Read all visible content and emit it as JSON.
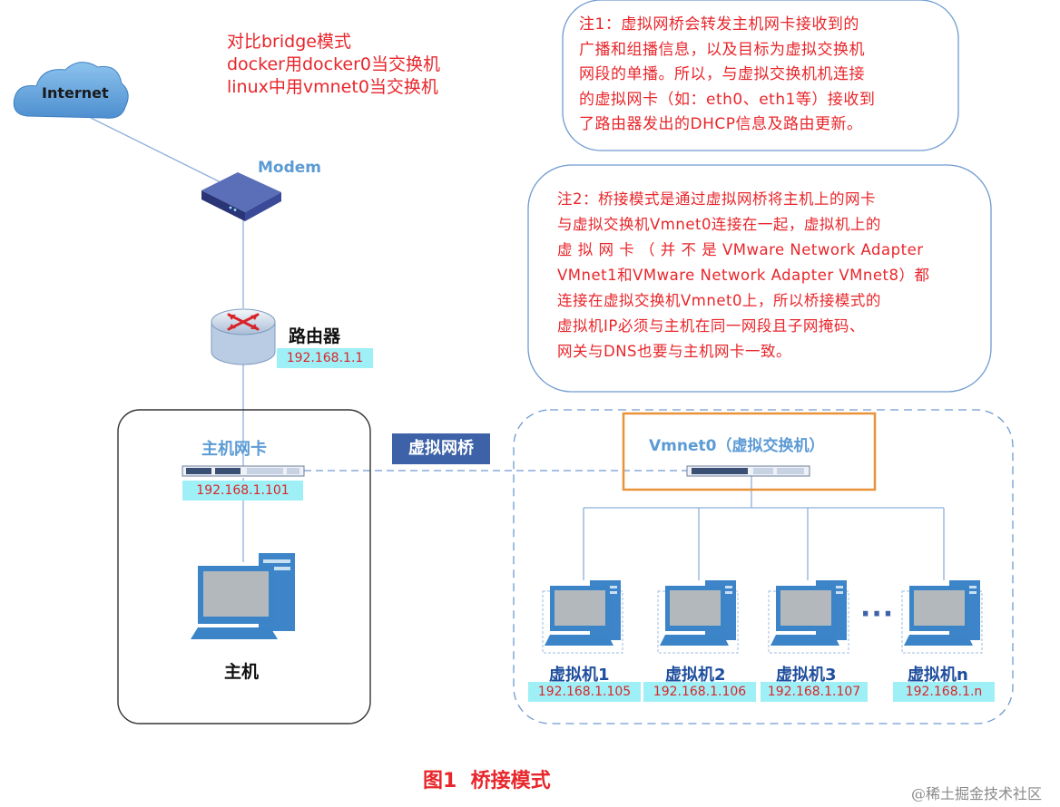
{
  "top_note": {
    "line1": "对比bridge模式",
    "line2": "docker用docker0当交换机",
    "line3": "linux中用vmnet0当交换机"
  },
  "note1": {
    "lines": [
      "注1：虚拟网桥会转发主机网卡接收到的",
      "广播和组播信息，以及目标为虚拟交换机",
      "网段的单播。所以，与虚拟交换机机连接",
      "的虚拟网卡（如：eth0、eth1等）接收到",
      "了路由器发出的DHCP信息及路由更新。"
    ]
  },
  "note2": {
    "lines": [
      "注2：桥接模式是通过虚拟网桥将主机上的网卡",
      "与虚拟交换机Vmnet0连接在一起，虚拟机上的",
      "虚 拟 网 卡 （ 并 不 是 VMware Network Adapter",
      "VMnet1和VMware Network Adapter VMnet8）都",
      "连接在虚拟交换机Vmnet0上，所以桥接模式的",
      "虚拟机IP必须与主机在同一网段且子网掩码、",
      "网关与DNS也要与主机网卡一致。"
    ]
  },
  "internet_label": "Internet",
  "modem_label": "Modem",
  "router": {
    "label": "路由器",
    "ip": "192.168.1.1"
  },
  "host_nic": {
    "label": "主机网卡",
    "ip": "192.168.1.101"
  },
  "host_label": "主机",
  "bridge_label": "虚拟网桥",
  "vswitch_label": "Vmnet0（虚拟交换机）",
  "ellipsis": "···",
  "vms": [
    {
      "label": "虚拟机1",
      "ip": "192.168.1.105"
    },
    {
      "label": "虚拟机2",
      "ip": "192.168.1.106"
    },
    {
      "label": "虚拟机3",
      "ip": "192.168.1.107"
    },
    {
      "label": "虚拟机n",
      "ip": "192.168.1.n"
    }
  ],
  "caption": "图1  桥接模式",
  "watermark": "@稀土掘金技术社区",
  "colors": {
    "note_red": "#e8262b",
    "label_blue": "#5b9bd5",
    "vm_label_blue": "#1f4e9d",
    "ip_bg": "#9ff0f6",
    "bridge_bg": "#3d62a8",
    "switch_border": "#e8923a",
    "line_blue": "#7fa8d8"
  }
}
